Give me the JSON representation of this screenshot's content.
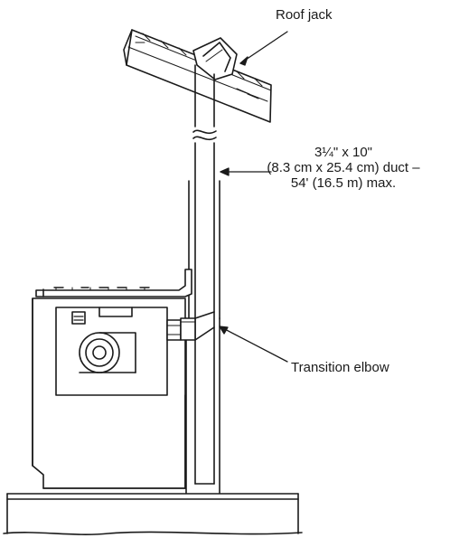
{
  "labels": {
    "roof_jack": "Roof jack",
    "duct": {
      "line1": "3¼\" x 10\"",
      "line2": "(8.3 cm x 25.4 cm) duct –",
      "line3": "54' (16.5 m) max."
    },
    "transition_elbow": "Transition elbow"
  },
  "colors": {
    "line": "#1a1a1a",
    "background": "#ffffff"
  }
}
